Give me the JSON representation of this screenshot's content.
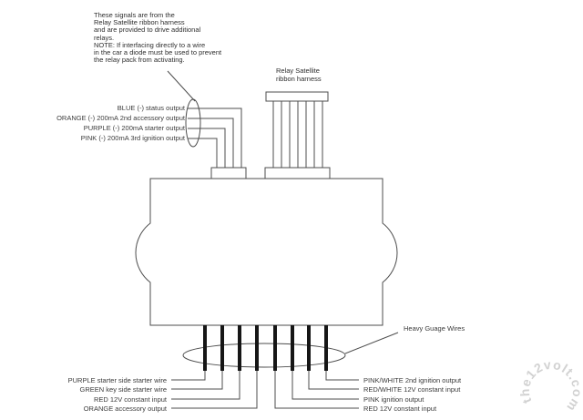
{
  "note": {
    "lines": [
      "These signals are from the",
      "Relay Satellite ribbon harness",
      "and are provided to drive additional",
      "relays.",
      "NOTE: If interfacing directly to a wire",
      "in the car a diode must be used to prevent",
      "the relay pack from activating."
    ]
  },
  "harness_label": {
    "line1": "Relay Satellite",
    "line2": "ribbon harness"
  },
  "ribbon_outputs": [
    "BLUE (-) status output",
    "ORANGE (-) 200mA 2nd accessory output",
    "PURPLE (-) 200mA starter output",
    "PINK (-) 200mA 3rd ignition output"
  ],
  "heavy_wires_label": "Heavy Guage Wires",
  "bottom_left_wires": [
    "PURPLE starter side starter wire",
    "GREEN key side starter wire",
    "RED 12V constant input",
    "ORANGE accessory output"
  ],
  "bottom_right_wires": [
    "PINK/WHITE 2nd ignition output",
    "RED/WHITE 12V constant input",
    "PINK ignition output",
    "RED 12V constant input"
  ],
  "watermark": "the12volt.com",
  "colors": {
    "background": "#ffffff",
    "line": "#4d4d4d",
    "thick_wire": "#161616",
    "text": "#3b3b3b",
    "watermark": "#d2d2d2"
  }
}
